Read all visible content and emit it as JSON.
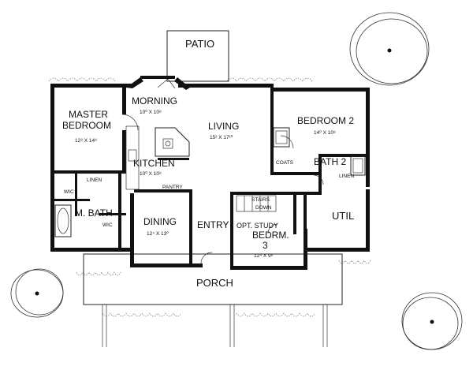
{
  "rooms": {
    "patio": {
      "name": "PATIO"
    },
    "morning": {
      "name": "MORNING",
      "dims": "10⁰ X 10⁸"
    },
    "master": {
      "name1": "MASTER",
      "name2": "BEDROOM",
      "dims": "12⁸ X 14⁸"
    },
    "living": {
      "name": "LIVING",
      "dims": "15² X 17¹⁰"
    },
    "bedroom2": {
      "name": "BEDROOM 2",
      "dims": "14⁰ X 10⁸"
    },
    "kitchen": {
      "name": "KITCHEN",
      "dims": "10⁰ X 10⁸"
    },
    "pantry": {
      "name": "PANTRY"
    },
    "bath2": {
      "name": "BATH 2"
    },
    "coats": {
      "name": "COATS"
    },
    "linen1": {
      "name": "LINEN"
    },
    "linen2": {
      "name": "LINEN"
    },
    "wic1": {
      "name": "WIC"
    },
    "wic2": {
      "name": "WIC"
    },
    "mbath": {
      "name": "M. BATH"
    },
    "dining": {
      "name": "DINING",
      "dims": "12⁴ X 13⁰"
    },
    "entry": {
      "name": "ENTRY"
    },
    "stairs": {
      "name1": "STAIRS",
      "name2": "DOWN"
    },
    "study": {
      "name1": "OPT. STUDY",
      "name2": "BEDRM.",
      "name3": "3",
      "dims": "12⁴ X 9⁸"
    },
    "util": {
      "name": "UTIL"
    },
    "porch": {
      "name": "PORCH"
    }
  }
}
